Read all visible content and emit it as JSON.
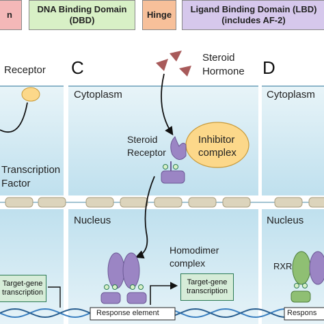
{
  "legend": {
    "ntd_fragment": "n",
    "dbd_line1": "DNA Binding Domain",
    "dbd_line2": "(DBD)",
    "hinge": "Hinge",
    "lbd_line1": "Ligand Binding Domain (LBD)",
    "lbd_line2": "(includes AF-2)"
  },
  "colors": {
    "ntd": "#f4b8b8",
    "dbd": "#d8f0c6",
    "hinge": "#f7c09a",
    "lbd": "#d6c8ec",
    "cytoplasm": "#c8e4f0",
    "membrane": "#dcd4bc",
    "receptor_purple": "#9b85c4",
    "rxr_green": "#8fbf73",
    "inhibitor": "#fcd88a",
    "hormone": "#a85a5a",
    "gene_box": "#d6ecd8"
  },
  "panel_b": {
    "receptor_label": "Receptor",
    "tf_line1": "Transcription",
    "tf_line2": "Factor",
    "gene_line1": "Target-gene",
    "gene_line2": "transcription"
  },
  "panel_c": {
    "letter": "C",
    "steroid_line1": "Steroid",
    "steroid_line2": "Hormone",
    "cytoplasm": "Cytoplasm",
    "receptor_line1": "Steroid",
    "receptor_line2": "Receptor",
    "inhibitor_line1": "Inhibitor",
    "inhibitor_line2": "complex",
    "nucleus": "Nucleus",
    "homodimer_line1": "Homodimer",
    "homodimer_line2": "complex",
    "gene_line1": "Target-gene",
    "gene_line2": "transcription",
    "response_element": "Response element"
  },
  "panel_d": {
    "letter": "D",
    "cytoplasm": "Cytoplasm",
    "nucleus": "Nucleus",
    "rxr": "RXR",
    "response_fragment": "Respons"
  }
}
